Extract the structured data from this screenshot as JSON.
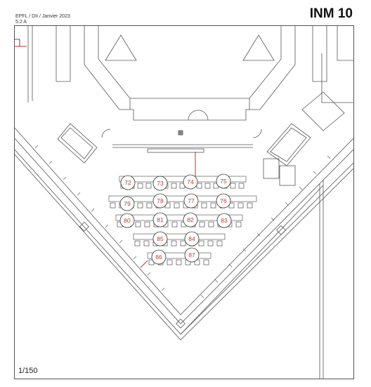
{
  "header": {
    "meta_line1": "EPFL / DII / Janvier 2023",
    "meta_line2": "5.2 A",
    "room_code": "INM 10"
  },
  "footer": {
    "scale": "1/150"
  },
  "plan": {
    "seat_numbers": [
      "72",
      "73",
      "74",
      "75",
      "79",
      "78",
      "77",
      "76",
      "80",
      "81",
      "82",
      "83",
      "85",
      "84",
      "86",
      "87"
    ],
    "colors": {
      "seat_circle_text": "#c0392b",
      "wall": "#555555",
      "accent_line": "#d62d20"
    }
  }
}
